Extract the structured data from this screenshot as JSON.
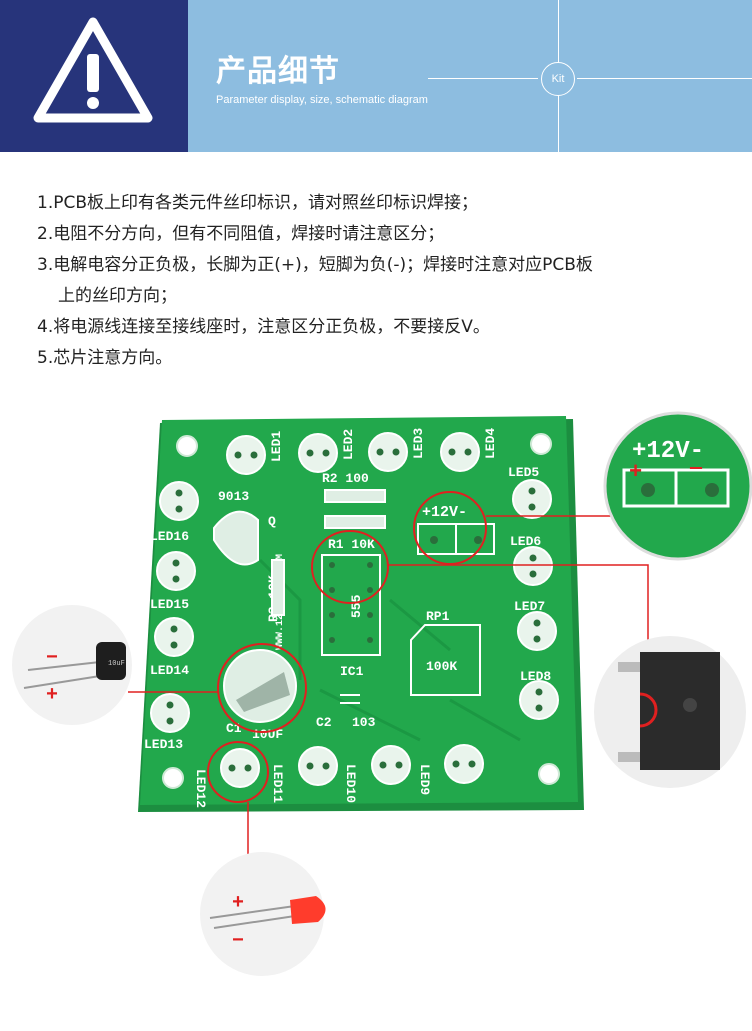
{
  "header": {
    "title": "产品细节",
    "subtitle": "Parameter display, size, schematic diagram",
    "badge": "Kit",
    "warning_icon": "warning-triangle-icon",
    "bg_color": "#8dbde0",
    "icon_bg_color": "#27347b"
  },
  "notes": [
    {
      "num": "1.",
      "text": "PCB板上印有各类元件丝印标识，请对照丝印标识焊接；"
    },
    {
      "num": "2.",
      "text": "电阻不分方向，但有不同阻值，焊接时请注意区分；"
    },
    {
      "num": "3.",
      "text": "电解电容分正负极，长脚为正(+)，短脚为负(-)；焊接时注意对应PCB板",
      "cont": "上的丝印方向；"
    },
    {
      "num": "4.",
      "text": "将电源线连接至接线座时，注意区分正负极，不要接反V。"
    },
    {
      "num": "5.",
      "text": "芯片注意方向。"
    }
  ],
  "pcb": {
    "board_color": "#1fa34a",
    "silk": {
      "led1": "LED1",
      "led2": "LED2",
      "led3": "LED3",
      "led4": "LED4",
      "led5": "LED5",
      "led6": "LED6",
      "led7": "LED7",
      "led8": "LED8",
      "led9": "LED9",
      "led10": "LED10",
      "led11": "LED11",
      "led12": "LED12",
      "led13": "LED13",
      "led14": "LED14",
      "led15": "LED15",
      "led16": "LED16",
      "r2": "R2 100",
      "r1": "R1 10K",
      "r3": "R3 10K",
      "q": "9013",
      "q_letter": "Q",
      "ic": "IC1",
      "ic_part": "555",
      "rp": "RP1",
      "rp_val": "100K",
      "c1": "C1",
      "c1_val": "10UF",
      "c2": "C2",
      "c2_val": "103",
      "power": "+12V-",
      "site": "WWW.1202-DIY.COM"
    },
    "zoom_power": {
      "label": "+12V-",
      "plus": "+",
      "minus": "—"
    },
    "cap_detail": {
      "minus": "−",
      "plus": "+",
      "label": "10uF"
    },
    "led_detail": {
      "plus": "+",
      "minus": "−"
    }
  }
}
